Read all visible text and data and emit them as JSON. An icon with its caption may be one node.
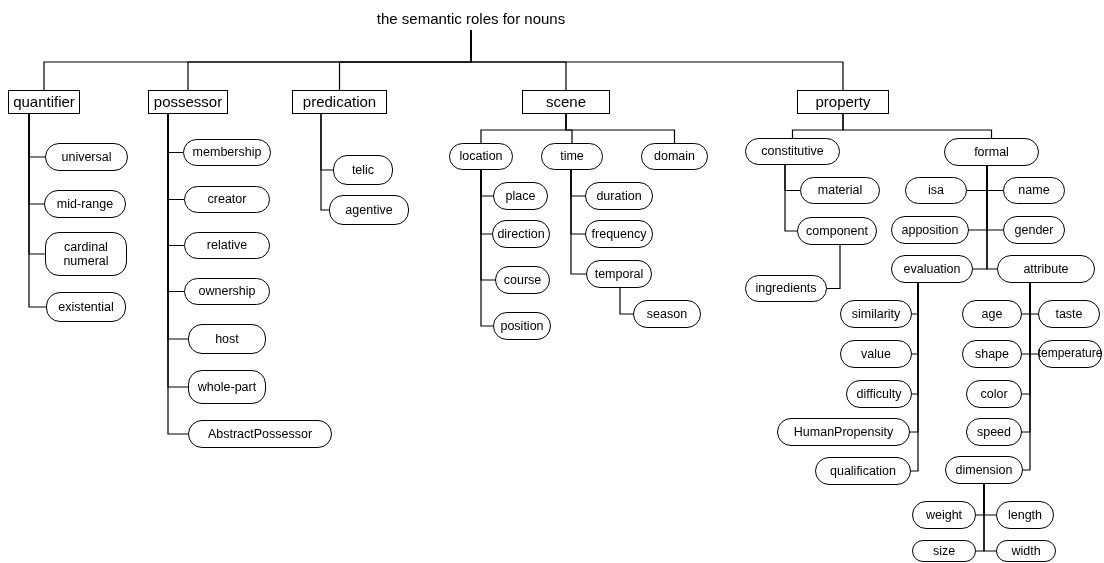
{
  "diagram": {
    "nodes": [
      {
        "text": [
          "the semantic roles for nouns"
        ]
      },
      {
        "text": [
          "quantifier"
        ]
      },
      {
        "text": [
          "universal"
        ]
      },
      {
        "text": [
          "mid-range"
        ]
      },
      {
        "text": [
          "cardinal numeral"
        ]
      },
      {
        "text": [
          "existential"
        ]
      },
      {
        "text": [
          "possessor"
        ]
      },
      {
        "text": [
          "membership"
        ]
      },
      {
        "text": [
          "creator"
        ]
      },
      {
        "text": [
          "relative"
        ]
      },
      {
        "text": [
          "ownership"
        ]
      },
      {
        "text": [
          "host"
        ]
      },
      {
        "text": [
          "whole-part"
        ]
      },
      {
        "text": [
          "AbstractPossessor"
        ]
      },
      {
        "text": [
          "predication"
        ]
      },
      {
        "text": [
          "telic"
        ]
      },
      {
        "text": [
          "agentive"
        ]
      },
      {
        "text": [
          "scene"
        ]
      },
      {
        "text": [
          "location"
        ]
      },
      {
        "text": [
          "place"
        ]
      },
      {
        "text": [
          "direction"
        ]
      },
      {
        "text": [
          "course"
        ]
      },
      {
        "text": [
          "position"
        ]
      },
      {
        "text": [
          "time"
        ]
      },
      {
        "text": [
          "duration"
        ]
      },
      {
        "text": [
          "frequency"
        ]
      },
      {
        "text": [
          "temporal"
        ]
      },
      {
        "text": [
          "season"
        ]
      },
      {
        "text": [
          "domain"
        ]
      },
      {
        "text": [
          "property"
        ]
      },
      {
        "text": [
          "constitutive"
        ]
      },
      {
        "text": [
          "material"
        ]
      },
      {
        "text": [
          "component"
        ]
      },
      {
        "text": [
          "ingredients"
        ]
      },
      {
        "text": [
          "formal"
        ]
      },
      {
        "text": [
          "isa"
        ]
      },
      {
        "text": [
          "name"
        ]
      },
      {
        "text": [
          "apposition"
        ]
      },
      {
        "text": [
          "gender"
        ]
      },
      {
        "text": [
          "evaluation"
        ]
      },
      {
        "text": [
          "attribute"
        ]
      },
      {
        "text": [
          "similarity"
        ]
      },
      {
        "text": [
          "value"
        ]
      },
      {
        "text": [
          "difficulty"
        ]
      },
      {
        "text": [
          "HumanPropensity"
        ]
      },
      {
        "text": [
          "qualification"
        ]
      },
      {
        "text": [
          "age"
        ]
      },
      {
        "text": [
          "taste"
        ]
      },
      {
        "text": [
          "shape"
        ]
      },
      {
        "text": [
          "temperature"
        ]
      },
      {
        "text": [
          "color"
        ]
      },
      {
        "text": [
          "speed"
        ]
      },
      {
        "text": [
          "dimension"
        ]
      },
      {
        "text": [
          "weight"
        ]
      },
      {
        "text": [
          "length"
        ]
      },
      {
        "text": [
          "size"
        ]
      },
      {
        "text": [
          "width"
        ]
      }
    ],
    "edges": [
      {
        "from": 0,
        "to": 1,
        "arrow": "none"
      },
      {
        "from": 0,
        "to": 6,
        "arrow": "none"
      },
      {
        "from": 0,
        "to": 14,
        "arrow": "none"
      },
      {
        "from": 0,
        "to": 17,
        "arrow": "none"
      },
      {
        "from": 0,
        "to": 29,
        "arrow": "none"
      },
      {
        "from": 1,
        "to": 2,
        "arrow": "none"
      },
      {
        "from": 1,
        "to": 3,
        "arrow": "none"
      },
      {
        "from": 1,
        "to": 4,
        "arrow": "none"
      },
      {
        "from": 1,
        "to": 5,
        "arrow": "none"
      },
      {
        "from": 6,
        "to": 7,
        "arrow": "none"
      },
      {
        "from": 6,
        "to": 8,
        "arrow": "none"
      },
      {
        "from": 6,
        "to": 9,
        "arrow": "none"
      },
      {
        "from": 6,
        "to": 10,
        "arrow": "none"
      },
      {
        "from": 6,
        "to": 11,
        "arrow": "none"
      },
      {
        "from": 6,
        "to": 12,
        "arrow": "none"
      },
      {
        "from": 6,
        "to": 13,
        "arrow": "none"
      },
      {
        "from": 14,
        "to": 15,
        "arrow": "none"
      },
      {
        "from": 14,
        "to": 16,
        "arrow": "none"
      },
      {
        "from": 17,
        "to": 18,
        "arrow": "none"
      },
      {
        "from": 17,
        "to": 23,
        "arrow": "none"
      },
      {
        "from": 17,
        "to": 28,
        "arrow": "none"
      },
      {
        "from": 18,
        "to": 19,
        "arrow": "none"
      },
      {
        "from": 18,
        "to": 20,
        "arrow": "none"
      },
      {
        "from": 18,
        "to": 21,
        "arrow": "none"
      },
      {
        "from": 18,
        "to": 22,
        "arrow": "none"
      },
      {
        "from": 23,
        "to": 24,
        "arrow": "none"
      },
      {
        "from": 23,
        "to": 25,
        "arrow": "none"
      },
      {
        "from": 23,
        "to": 26,
        "arrow": "none"
      },
      {
        "from": 26,
        "to": 27,
        "arrow": "none"
      },
      {
        "from": 29,
        "to": 30,
        "arrow": "none"
      },
      {
        "from": 29,
        "to": 34,
        "arrow": "none"
      },
      {
        "from": 30,
        "to": 31,
        "arrow": "none"
      },
      {
        "from": 30,
        "to": 32,
        "arrow": "none"
      },
      {
        "from": 32,
        "to": 33,
        "arrow": "none"
      },
      {
        "from": 34,
        "to": 35,
        "arrow": "none"
      },
      {
        "from": 34,
        "to": 36,
        "arrow": "none"
      },
      {
        "from": 34,
        "to": 37,
        "arrow": "none"
      },
      {
        "from": 34,
        "to": 38,
        "arrow": "none"
      },
      {
        "from": 34,
        "to": 39,
        "arrow": "none"
      },
      {
        "from": 34,
        "to": 40,
        "arrow": "none"
      },
      {
        "from": 39,
        "to": 41,
        "arrow": "none"
      },
      {
        "from": 39,
        "to": 42,
        "arrow": "none"
      },
      {
        "from": 39,
        "to": 43,
        "arrow": "none"
      },
      {
        "from": 39,
        "to": 44,
        "arrow": "none"
      },
      {
        "from": 39,
        "to": 45,
        "arrow": "none"
      },
      {
        "from": 40,
        "to": 46,
        "arrow": "none"
      },
      {
        "from": 40,
        "to": 47,
        "arrow": "none"
      },
      {
        "from": 40,
        "to": 48,
        "arrow": "none"
      },
      {
        "from": 40,
        "to": 49,
        "arrow": "none"
      },
      {
        "from": 40,
        "to": 50,
        "arrow": "none"
      },
      {
        "from": 40,
        "to": 51,
        "arrow": "none"
      },
      {
        "from": 40,
        "to": 52,
        "arrow": "none"
      },
      {
        "from": 52,
        "to": 53,
        "arrow": "none"
      },
      {
        "from": 52,
        "to": 54,
        "arrow": "none"
      },
      {
        "from": 52,
        "to": 55,
        "arrow": "none"
      },
      {
        "from": 52,
        "to": 56,
        "arrow": "none"
      }
    ]
  }
}
